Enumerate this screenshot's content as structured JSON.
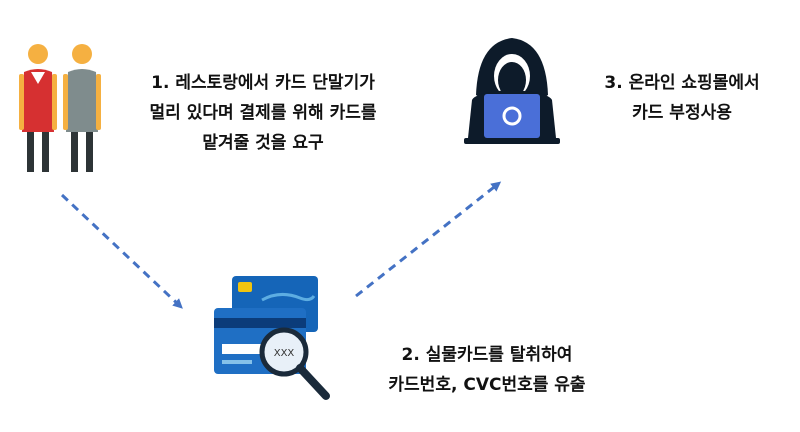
{
  "steps": {
    "step1": {
      "line1": "1. 레스토랑에서 카드 단말기가",
      "line2": "멀리 있다며 결제를 위해 카드를",
      "line3": "맡겨줄 것을 요구"
    },
    "step2": {
      "line1": "2. 실물카드를 탈취하여",
      "line2": "카드번호, CVC번호를 유출"
    },
    "step3": {
      "line1": "3. 온라인 쇼핑몰에서",
      "line2": "카드 부정사용"
    }
  },
  "card": {
    "cvc_text": "XXX"
  },
  "icons": {
    "people": "restaurant-staff-icon",
    "card": "credit-card-magnifier-icon",
    "hacker": "hacker-laptop-icon"
  },
  "colors": {
    "arrow": "#4472c4",
    "card_front": "#1f6fc4",
    "card_back": "#1565b8",
    "lens": "#1a2a3a",
    "hacker": "#0d1b2a",
    "vest_red": "#d63031",
    "vest_grey": "#7f8c8d",
    "skin": "#f5b041"
  }
}
